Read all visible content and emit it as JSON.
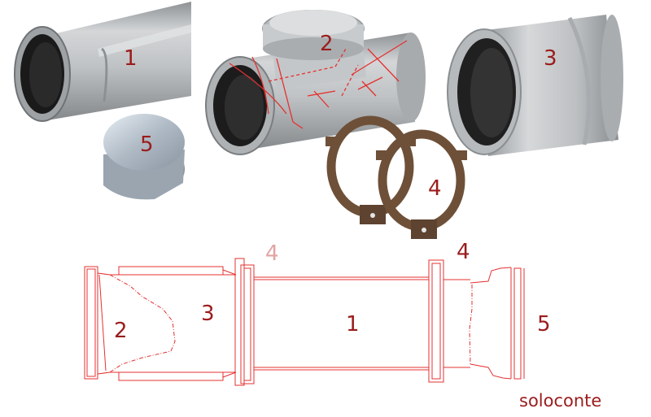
{
  "photos": {
    "pipe_label": "1",
    "tee_label": "2",
    "coupling_label": "3",
    "clamps_label": "4",
    "cap_label": "5"
  },
  "drawing": {
    "label_tee": "2",
    "label_coupling": "3",
    "label_clamp_left": "4",
    "label_pipe": "1",
    "label_clamp_right": "4",
    "label_cap": "5"
  },
  "signature": "soloconte",
  "colors": {
    "label": "#9b1c1c",
    "sketch": "#e53030",
    "clamp_left_label": "#e2a3a3",
    "pvc_gray": "#b9bcbf",
    "clamp_brown": "#6e5038"
  }
}
